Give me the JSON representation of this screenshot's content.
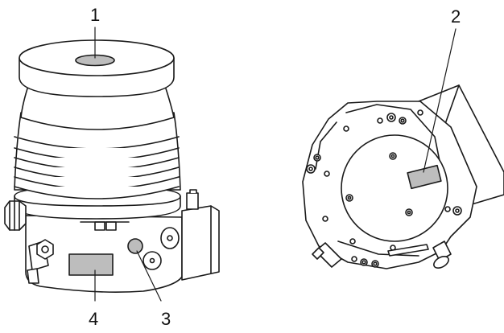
{
  "callouts": [
    {
      "id": "1",
      "label": "1"
    },
    {
      "id": "2",
      "label": "2"
    },
    {
      "id": "3",
      "label": "3"
    },
    {
      "id": "4",
      "label": "4"
    }
  ],
  "colors": {
    "line": "#1a1a1a",
    "body": "#ffffff",
    "label_fill": "#bdbdbd",
    "port_fill": "#bdbdbd"
  }
}
